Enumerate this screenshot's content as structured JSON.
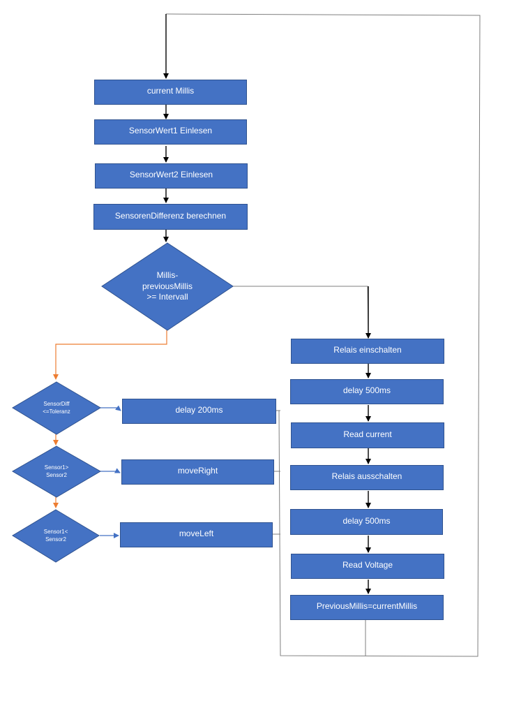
{
  "colors": {
    "box_fill": "#4472c4",
    "box_border": "#2f528f",
    "line": "#000000",
    "orange_line": "#ed7d31",
    "blue_line": "#4472c4",
    "gray_line": "#7f7f7f"
  },
  "main": {
    "current_millis": "current Millis",
    "sensor1": "SensorWert1 Einlesen",
    "sensor2": "SensorWert2 Einlesen",
    "diff": "SensorenDifferenz berechnen",
    "decision": "Millis-\npreviousMillis\n>= Intervall"
  },
  "left": {
    "d1": "SensorDiff\n<=Toleranz",
    "a1": "delay 200ms",
    "d2": "Sensor1>\nSensor2",
    "a2": "moveRight",
    "d3": "Sensor1<\nSensor2",
    "a3": "moveLeft"
  },
  "right": {
    "r1": "Relais einschalten",
    "r2": "delay 500ms",
    "r3": "Read current",
    "r4": "Relais ausschalten",
    "r5": "delay 500ms",
    "r6": "Read Voltage",
    "r7": "PreviousMillis=currentMillis"
  }
}
